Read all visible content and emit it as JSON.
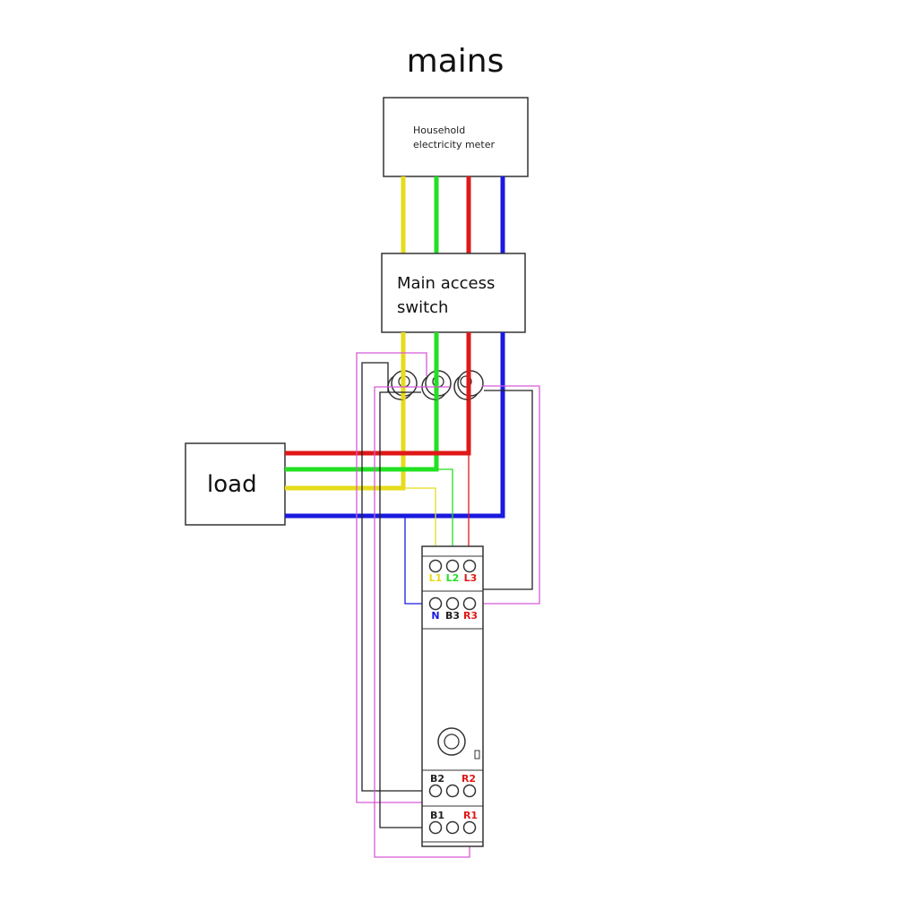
{
  "title": "mains",
  "meter": {
    "label_line1": "Household",
    "label_line2": "electricity meter"
  },
  "switch": {
    "label_line1": "Main access",
    "label_line2": "switch"
  },
  "load": {
    "label": "load"
  },
  "terminals": {
    "L1": "L1",
    "L2": "L2",
    "L3": "L3",
    "N": "N",
    "B3": "B3",
    "R3": "R3",
    "B2": "B2",
    "R2": "R2",
    "B1": "B1",
    "R1": "R1"
  },
  "colors": {
    "L1": "#e6dc1a",
    "L2": "#22e022",
    "L3": "#e01818",
    "N": "#1a1ae0",
    "sensor_R": "#d65ad6",
    "sensor_B": "#222222"
  }
}
